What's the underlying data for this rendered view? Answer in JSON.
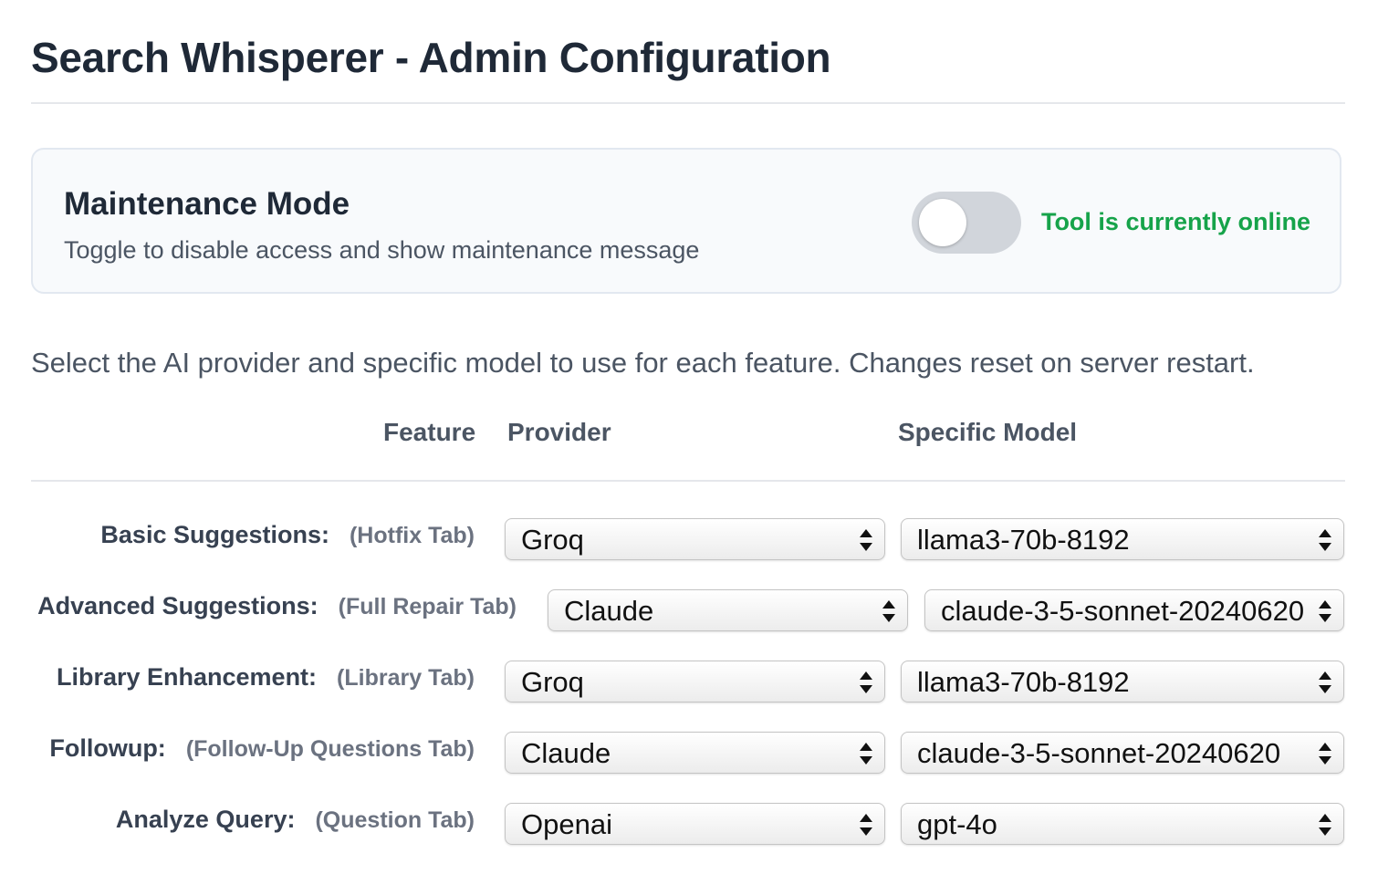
{
  "header": {
    "title": "Search Whisperer - Admin Configuration"
  },
  "maintenance": {
    "title": "Maintenance Mode",
    "description": "Toggle to disable access and show maintenance message",
    "enabled": false,
    "status": "Tool is currently online",
    "status_color": "#16a34a"
  },
  "intro": "Select the AI provider and specific model to use for each feature. Changes reset on server restart.",
  "table": {
    "headers": {
      "feature": "Feature",
      "provider": "Provider",
      "model": "Specific Model"
    },
    "rows": [
      {
        "label": "Basic Suggestions:",
        "tab": "(Hotfix Tab)",
        "provider": "Groq",
        "model": "llama3-70b-8192"
      },
      {
        "label": "Advanced Suggestions:",
        "tab": "(Full Repair Tab)",
        "provider": "Claude",
        "model": "claude-3-5-sonnet-20240620"
      },
      {
        "label": "Library Enhancement:",
        "tab": "(Library Tab)",
        "provider": "Groq",
        "model": "llama3-70b-8192"
      },
      {
        "label": "Followup:",
        "tab": "(Follow-Up Questions Tab)",
        "provider": "Claude",
        "model": "claude-3-5-sonnet-20240620"
      },
      {
        "label": "Analyze Query:",
        "tab": "(Question Tab)",
        "provider": "Openai",
        "model": "gpt-4o"
      }
    ]
  }
}
